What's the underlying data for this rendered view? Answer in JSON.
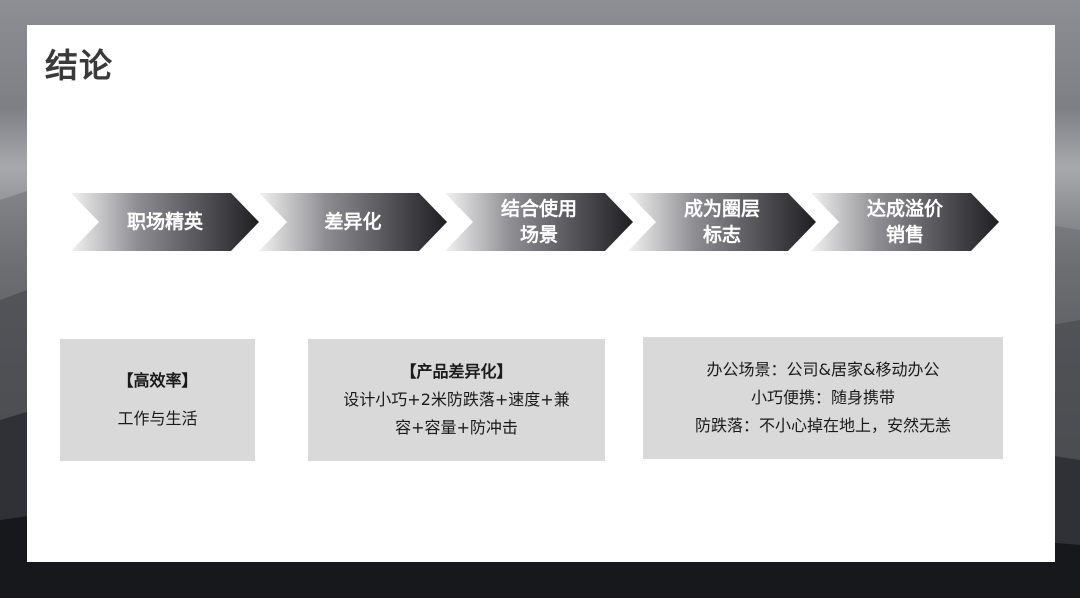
{
  "slide": {
    "title": "结论"
  },
  "flow": [
    {
      "label": "职场精英"
    },
    {
      "label": "差异化"
    },
    {
      "label": "结合使用\n场景"
    },
    {
      "label": "成为圈层\n标志"
    },
    {
      "label": "达成溢价\n销售"
    }
  ],
  "boxes": {
    "box1": {
      "heading": "【高效率】",
      "line1": "工作与生活"
    },
    "box2": {
      "heading": "【产品差异化】",
      "line1": "设计小巧+2米防跌落+速度+兼",
      "line2": "容+容量+防冲击"
    },
    "box3": {
      "line1": "办公场景：公司&居家&移动办公",
      "line2": "小巧便携：随身携带",
      "line3": "防跌落：不小心掉在地上，安然无恙"
    }
  },
  "colors": {
    "chevron_dark": "#1f1f22",
    "chevron_light": "#f2f2f2",
    "box_fill": "#d9d9d9"
  }
}
